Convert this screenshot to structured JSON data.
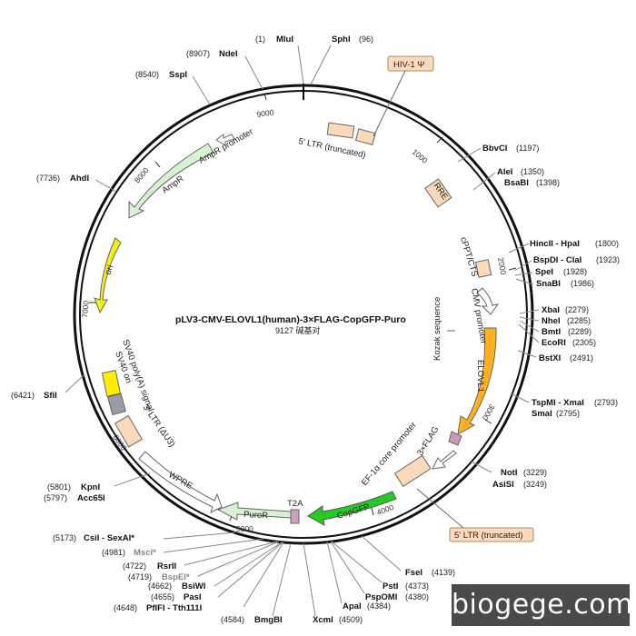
{
  "title": "pLV3-CMV-ELOVL1(human)-3×FLAG-CopGFP-Puro",
  "subtitle": "9127 碱基对",
  "watermark": "biogege.com",
  "total_bp": 9127,
  "colors": {
    "backbone": "#111111",
    "amp": "#d7f2d3",
    "ori": "#f3ee1a",
    "elovl1": "#ffb020",
    "copgfp": "#22cc22",
    "puro": "#d7f2d3",
    "ltr": "#fbd9b9",
    "flag": "#c89ab8",
    "t2a": "#c8a0c0",
    "sv40ori": "#999ca6",
    "sv40polya": "#ffee00",
    "outline_arrow": "#ffffff"
  },
  "ticks": [
    "1000",
    "2000",
    "3000",
    "4000",
    "5000",
    "6000",
    "7000",
    "8000",
    "9000"
  ],
  "features": [
    {
      "name": "AmpR",
      "color": "amp"
    },
    {
      "name": "AmpR promoter",
      "color": "outline_arrow"
    },
    {
      "name": "ori",
      "color": "ori"
    },
    {
      "name": "SV40 poly(A) signal",
      "color": "sv40polya"
    },
    {
      "name": "SV40 ori",
      "color": "sv40ori"
    },
    {
      "name": "3' LTR (ΔU3)",
      "color": "ltr"
    },
    {
      "name": "WPRE",
      "color": "outline_arrow"
    },
    {
      "name": "PuroR",
      "color": "puro"
    },
    {
      "name": "T2A",
      "color": "t2a"
    },
    {
      "name": "CopGFP",
      "color": "copgfp"
    },
    {
      "name": "EF-1α core promoter",
      "color": "ltr"
    },
    {
      "name": "3×FLAG",
      "color": "flag"
    },
    {
      "name": "ELOVL1",
      "color": "elovl1"
    },
    {
      "name": "CMV promoter",
      "color": "outline_arrow"
    },
    {
      "name": "Kozak sequence",
      "color": "outline_arrow"
    },
    {
      "name": "cPPT/CTS",
      "color": "ltr"
    },
    {
      "name": "RRE",
      "color": "ltr"
    },
    {
      "name": "5' LTR (truncated)",
      "color": "ltr"
    },
    {
      "name": "HIV-1 Ψ",
      "color": "ltr"
    }
  ],
  "sites": [
    {
      "name": "MluI",
      "pos": "(1)"
    },
    {
      "name": "SphI",
      "pos": "(96)"
    },
    {
      "name": "NdeI",
      "pos": "(8907)"
    },
    {
      "name": "SspI",
      "pos": "(8540)"
    },
    {
      "name": "AhdI",
      "pos": "(7736)"
    },
    {
      "name": "BbvCI",
      "pos": "(1197)"
    },
    {
      "name": "AleI",
      "pos": "(1350)"
    },
    {
      "name": "BsaBI",
      "pos": "(1398)"
    },
    {
      "name": "HincII - HpaI",
      "pos": "(1800)"
    },
    {
      "name": "BspDI - ClaI",
      "pos": "(1923)"
    },
    {
      "name": "SpeI",
      "pos": "(1928)"
    },
    {
      "name": "SnaBI",
      "pos": "(1986)"
    },
    {
      "name": "XbaI",
      "pos": "(2279)"
    },
    {
      "name": "NheI",
      "pos": "(2285)"
    },
    {
      "name": "BmtI",
      "pos": "(2289)"
    },
    {
      "name": "EcoRI",
      "pos": "(2305)"
    },
    {
      "name": "BstXI",
      "pos": "(2491)"
    },
    {
      "name": "TspMI - XmaI",
      "pos": "(2793)"
    },
    {
      "name": "SmaI",
      "pos": "(2795)"
    },
    {
      "name": "NotI",
      "pos": "(3229)"
    },
    {
      "name": "AsiSI",
      "pos": "(3249)"
    },
    {
      "name": "SfiI",
      "pos": "(6421)"
    },
    {
      "name": "KpnI",
      "pos": "(5801)"
    },
    {
      "name": "Acc65I",
      "pos": "(5797)"
    },
    {
      "name": "CsiI - SexAI*",
      "pos": "(5173)"
    },
    {
      "name": "MscI*",
      "pos": "(4981)"
    },
    {
      "name": "RsrII",
      "pos": "(4722)"
    },
    {
      "name": "BspEI*",
      "pos": "(4719)"
    },
    {
      "name": "BsiWI",
      "pos": "(4662)"
    },
    {
      "name": "PasI",
      "pos": "(4655)"
    },
    {
      "name": "PflFI - Tth111I",
      "pos": "(4648)"
    },
    {
      "name": "BmgBI",
      "pos": "(4584)"
    },
    {
      "name": "XcmI",
      "pos": "(4509)"
    },
    {
      "name": "ApaI",
      "pos": "(4384)"
    },
    {
      "name": "PspOMI",
      "pos": "(4380)"
    },
    {
      "name": "PstI",
      "pos": "(4373)"
    },
    {
      "name": "FseI",
      "pos": "(4139)"
    }
  ]
}
